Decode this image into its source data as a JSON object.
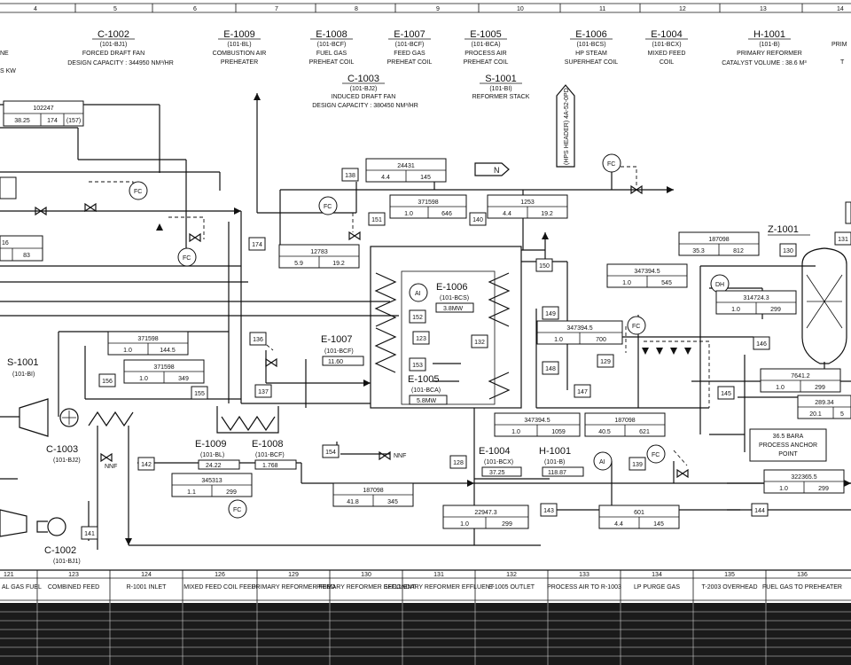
{
  "grid_numbers": [
    "4",
    "5",
    "6",
    "7",
    "8",
    "9",
    "10",
    "11",
    "12",
    "13",
    "14"
  ],
  "left_partial": {
    "l1": "NE",
    "l2": "S KW"
  },
  "equipment_headers": [
    {
      "tag": "C-1002",
      "code": "(101-BJ1)",
      "name": "FORCED DRAFT FAN",
      "spec": "DESIGN CAPACITY : 344950 NM³/HR"
    },
    {
      "tag": "E-1009",
      "code": "(101-BL)",
      "name": "COMBUSTION AIR",
      "spec": "PREHEATER"
    },
    {
      "tag": "E-1008",
      "code": "(101-BCF)",
      "name": "FUEL GAS",
      "spec": "PREHEAT COIL"
    },
    {
      "tag": "E-1007",
      "code": "(101-BCF)",
      "name": "FEED GAS",
      "spec": "PREHEAT COIL"
    },
    {
      "tag": "E-1005",
      "code": "(101-BCA)",
      "name": "PROCESS AIR",
      "spec": "PREHEAT COIL"
    },
    {
      "tag": "E-1006",
      "code": "(101-BCS)",
      "name": "HP STEAM",
      "spec": "SUPERHEAT COIL"
    },
    {
      "tag": "E-1004",
      "code": "(101-BCX)",
      "name": "MIXED FEED",
      "spec": "COIL"
    },
    {
      "tag": "H-1001",
      "code": "(101-B)",
      "name": "PRIMARY REFORMER",
      "spec": "CATALYST VOLUME : 38.6 M³"
    },
    {
      "tag": "PRIM",
      "code": "",
      "name": "T",
      "spec": ""
    }
  ],
  "second_headers": [
    {
      "tag": "C-1003",
      "code": "(101-BJ2)",
      "name": "INDUCED DRAFT FAN",
      "spec": "DESIGN CAPACITY : 380450 NM³/HR"
    },
    {
      "tag": "S-1001",
      "code": "(101-BI)",
      "name": "REFORMER STACK",
      "spec": ""
    }
  ],
  "steam_header": "(HPS HEADER) 4A-52-0PD",
  "labels": {
    "n": "N",
    "fc": "FC",
    "ai": "AI",
    "dh": "DH",
    "nnf": "NNF",
    "s1001": "S-1001",
    "s1001_code": "(101-BI)",
    "c1003": "C-1003",
    "c1003_code": "(101-BJ2)",
    "c1002": "C-1002",
    "c1002_code": "(101-BJ1)",
    "e1006": "E-1006",
    "e1006_code": "(101-BCS)",
    "e1006_duty": "3.8MW",
    "e1007": "E-1007",
    "e1007_code": "(101-BCF)",
    "e1007_duty": "11.60",
    "e1005": "E-1005",
    "e1005_code": "(101-BCA)",
    "e1005_duty": "5.8MW",
    "e1009": "E-1009",
    "e1009_code": "(101-BL)",
    "e1009_duty": "24.22",
    "e1008": "E-1008",
    "e1008_code": "(101-BCF)",
    "e1008_duty": "1.768",
    "e1004": "E-1004",
    "e1004_code": "(101-BCX)",
    "e1004_duty": "37.25",
    "h1001": "H-1001",
    "h1001_code": "(101-B)",
    "h1001_duty": "118.87",
    "z1001": "Z-1001",
    "anchor1": "36.5 BARA",
    "anchor2": "PROCESS ANCHOR",
    "anchor3": "POINT"
  },
  "streams": [
    {
      "id": "sA",
      "top": "102247",
      "left": "38.25",
      "mid": "174",
      "right": "(157)"
    },
    {
      "id": "s24431",
      "top": "24431",
      "left": "4.4",
      "right": "145"
    },
    {
      "id": "s371598a",
      "top": "371598",
      "left": "1.0",
      "right": "646"
    },
    {
      "id": "s1253",
      "top": "1253",
      "left": "4.4",
      "right": "19.2"
    },
    {
      "id": "s12783",
      "top": "12783",
      "left": "5.9",
      "right": "19.2"
    },
    {
      "id": "s187098a",
      "top": "187098",
      "left": "35.3",
      "right": "812"
    },
    {
      "id": "s347394a",
      "top": "347394.5",
      "left": "1.0",
      "right": "545"
    },
    {
      "id": "s314724",
      "top": "314724.3",
      "left": "1.0",
      "right": "299"
    },
    {
      "id": "s347394b",
      "top": "347394.5",
      "left": "1.0",
      "right": "700"
    },
    {
      "id": "s371598b",
      "top": "371598",
      "left": "1.0",
      "right": "144.5"
    },
    {
      "id": "s371598c",
      "top": "371598",
      "left": "1.0",
      "right": "349"
    },
    {
      "id": "s7641",
      "top": "7641.2",
      "left": "1.0",
      "right": "299"
    },
    {
      "id": "s289",
      "top": "289.34",
      "left": "20.1",
      "right": "5"
    },
    {
      "id": "s347394c",
      "top": "347394.5",
      "left": "1.0",
      "right": "1059"
    },
    {
      "id": "s187098b",
      "top": "187098",
      "left": "40.5",
      "right": "621"
    },
    {
      "id": "s345313",
      "top": "345313",
      "left": "1.1",
      "right": "299"
    },
    {
      "id": "s187098c",
      "top": "187098",
      "left": "41.8",
      "right": "345"
    },
    {
      "id": "s22947",
      "top": "22947.3",
      "left": "1.0",
      "right": "299"
    },
    {
      "id": "s601",
      "top": "601",
      "left": "4.4",
      "right": "145"
    },
    {
      "id": "s322365",
      "top": "322365.5",
      "left": "1.0",
      "right": "299"
    },
    {
      "id": "sL1",
      "top": "",
      "left": "16",
      "right": "83"
    }
  ],
  "stream_tags": [
    "138",
    "151",
    "140",
    "174",
    "130",
    "131",
    "150",
    "149",
    "152",
    "123",
    "153",
    "148",
    "129",
    "132",
    "136",
    "137",
    "155",
    "156",
    "147",
    "145",
    "146",
    "154",
    "142",
    "128",
    "139",
    "143",
    "141",
    "144"
  ],
  "table_headers": [
    {
      "num": "121",
      "name": "AL GAS FUEL"
    },
    {
      "num": "123",
      "name": "COMBINED FEED"
    },
    {
      "num": "124",
      "name": "R-1001 INLET"
    },
    {
      "num": "126",
      "name": "MIXED FEED COIL FEED"
    },
    {
      "num": "129",
      "name": "PRIMARY REFORMER FEED"
    },
    {
      "num": "130",
      "name": "PRIMARY REFORMER EFFLUENT"
    },
    {
      "num": "131",
      "name": "SECONDARY REFORMER EFFLUENT"
    },
    {
      "num": "132",
      "name": "E-1005 OUTLET"
    },
    {
      "num": "133",
      "name": "PROCESS AIR TO R-1003"
    },
    {
      "num": "134",
      "name": "LP PURGE GAS"
    },
    {
      "num": "135",
      "name": "T-2003 OVERHEAD"
    },
    {
      "num": "136",
      "name": "FUEL GAS TO PREHEATER"
    }
  ]
}
